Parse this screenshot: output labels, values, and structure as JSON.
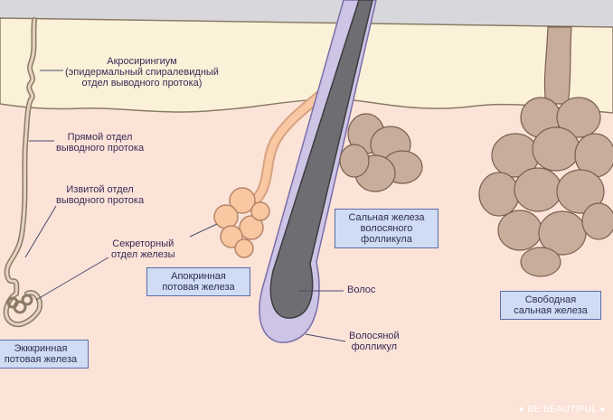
{
  "labels": {
    "acrosyringium": [
      "Акросирингиум",
      "(эпидермальный спиралевидный",
      "отдел выводного протока)"
    ],
    "straight_duct": [
      "Прямой отдел",
      "выводного протока"
    ],
    "coiled_duct": [
      "Извитой отдел",
      "выводного протока"
    ],
    "secretory": [
      "Секреторный",
      "отдел железы"
    ],
    "apocrine": [
      "Апокринная",
      "потовая железа"
    ],
    "sebaceous_follicle": [
      "Сальная железа",
      "волосяного",
      "фолликула"
    ],
    "hair": "Волос",
    "follicle": [
      "Волосяной",
      "фолликул"
    ],
    "free_sebaceous": [
      "Свободная",
      "сальная железа"
    ],
    "eccrine": [
      "Экккринная",
      "потовая железа"
    ]
  },
  "watermark": "● BE BEAUTIFUL ●",
  "colors": {
    "dermis": "#fbe3d8",
    "epidermis": "#fbf1d8",
    "gland": "#c9ad9c",
    "apocrine": "#f9c8a2",
    "follicle": "#cdc4e6",
    "hair": "#6e6e72",
    "label_box": "#cfdcf4"
  }
}
